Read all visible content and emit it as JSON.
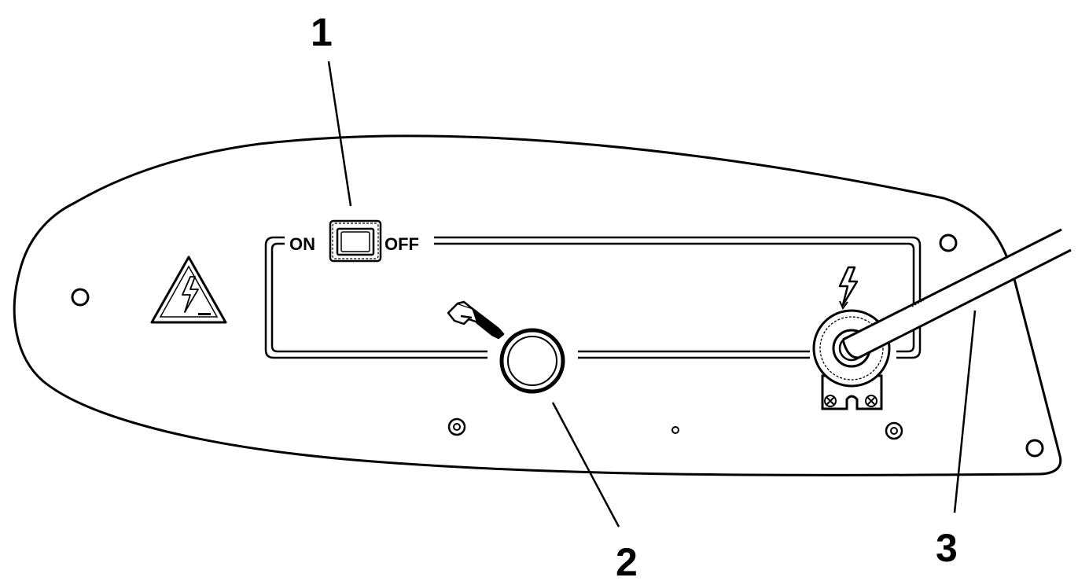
{
  "panel": {
    "switch_on_label": "ON",
    "switch_off_label": "OFF"
  },
  "callouts": [
    {
      "number": "1"
    },
    {
      "number": "2"
    },
    {
      "number": "3"
    }
  ],
  "icons": {
    "warning": "high-voltage-warning-icon",
    "push_button": "push-finger-icon",
    "power_inlet": "lightning-bolt-icon"
  },
  "colors": {
    "line": "#000000",
    "background": "#ffffff"
  }
}
